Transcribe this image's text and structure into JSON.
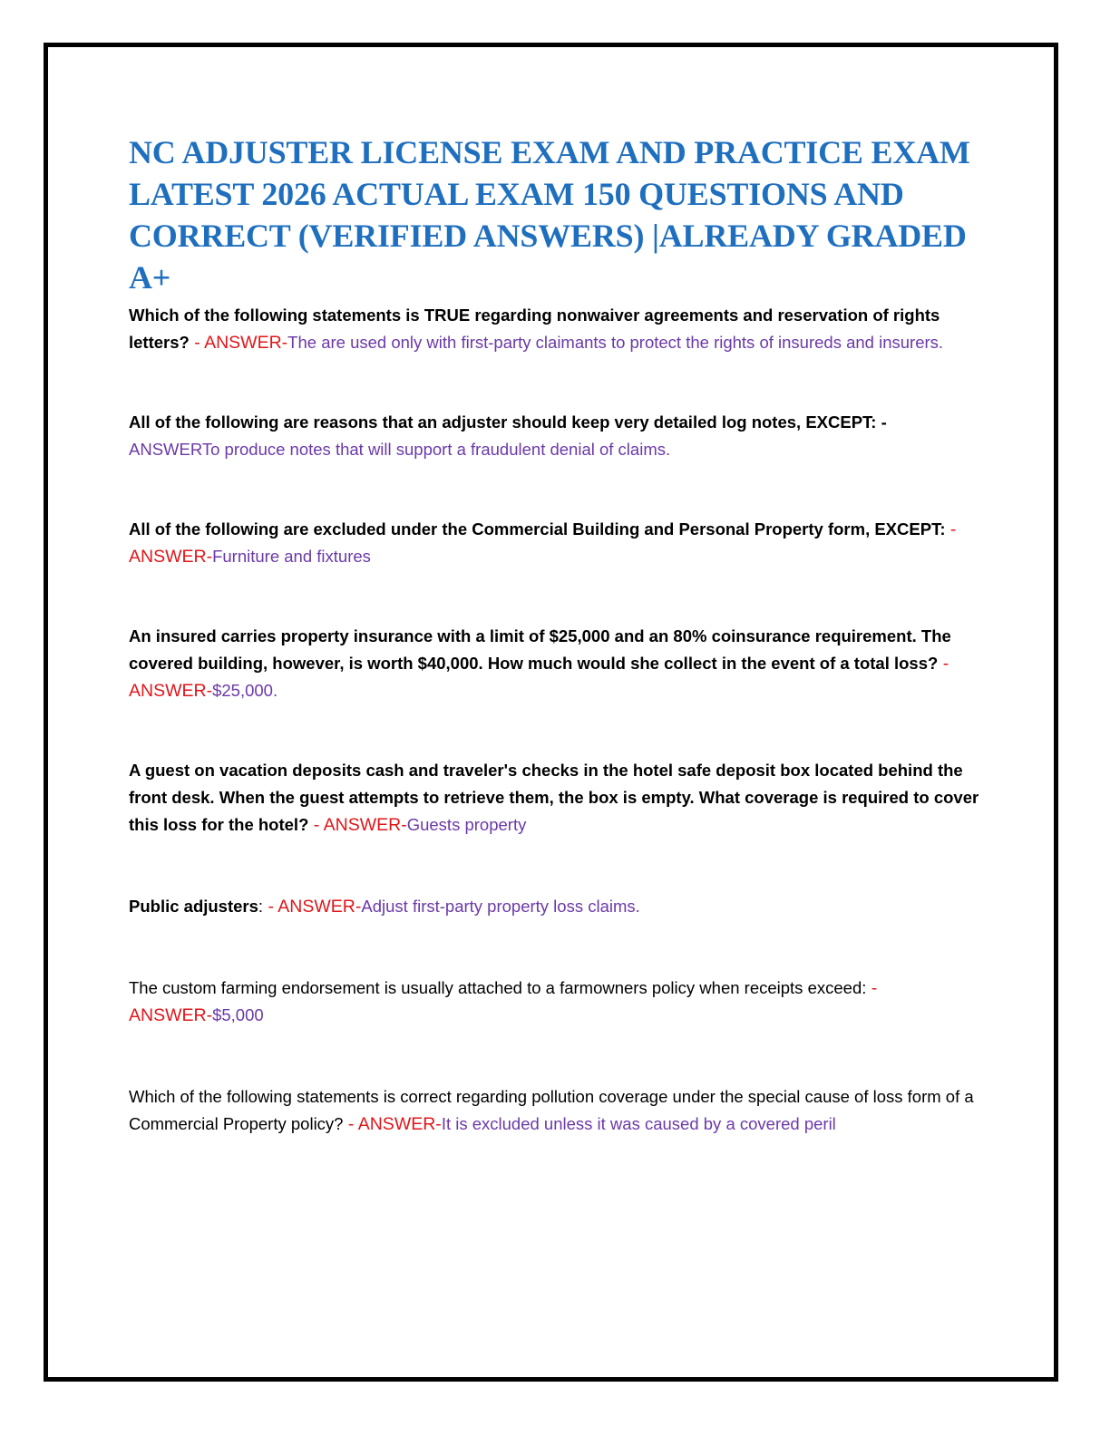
{
  "document": {
    "title": "NC ADJUSTER LICENSE EXAM AND PRACTICE EXAM LATEST 2026 ACTUAL EXAM 150 QUESTIONS AND CORRECT (VERIFIED ANSWERS) |ALREADY GRADED A+",
    "answer_marker": "- ANSWER-",
    "colors": {
      "title": "#1f6fbf",
      "question": "#000000",
      "answer_marker": "#e0161a",
      "answer": "#6b39a8",
      "border": "#000000"
    },
    "items": [
      {
        "question": "Which of the following statements is TRUE regarding nonwaiver agreements and reservation of rights letters?",
        "marker": " - ANSWER-",
        "answer": "The are used only with first-party claimants to protect the rights of insureds and insurers."
      },
      {
        "question": "All of the following are reasons that an adjuster should keep very detailed log notes, EXCEPT: -",
        "marker": " ANSWER",
        "answer": "To produce notes that will support a fraudulent denial of claims."
      },
      {
        "question": "All of the following are excluded under the Commercial Building and Personal Property form, EXCEPT:",
        "marker": " - ANSWER-",
        "answer": "Furniture and fixtures"
      },
      {
        "question": "An insured carries property insurance with a limit of $25,000 and an 80% coinsurance requirement. The covered building, however, is worth $40,000. How much would she collect in the event of a total loss?",
        "marker": " - ANSWER-",
        "answer": "$25,000."
      },
      {
        "question": "A guest on vacation deposits cash and traveler's checks in the hotel safe deposit box located behind the front desk. When the guest attempts to retrieve them, the box is empty. What coverage is required to cover this loss for the hotel?",
        "marker": " - ANSWER-",
        "answer": "Guests property"
      },
      {
        "question": "Public adjusters",
        "question_suffix": ":",
        "marker": " - ANSWER-",
        "answer": "Adjust first-party property loss claims."
      },
      {
        "question": "The custom farming endorsement is usually attached to a farmowners policy when receipts exceed:",
        "marker": " - ANSWER-",
        "answer": "$5,000"
      },
      {
        "question": "Which of the following statements is correct regarding pollution coverage under the special cause of loss form of a Commercial Property policy?",
        "marker": " - ANSWER-",
        "answer": "It is excluded unless it was caused by a covered peril"
      }
    ]
  }
}
